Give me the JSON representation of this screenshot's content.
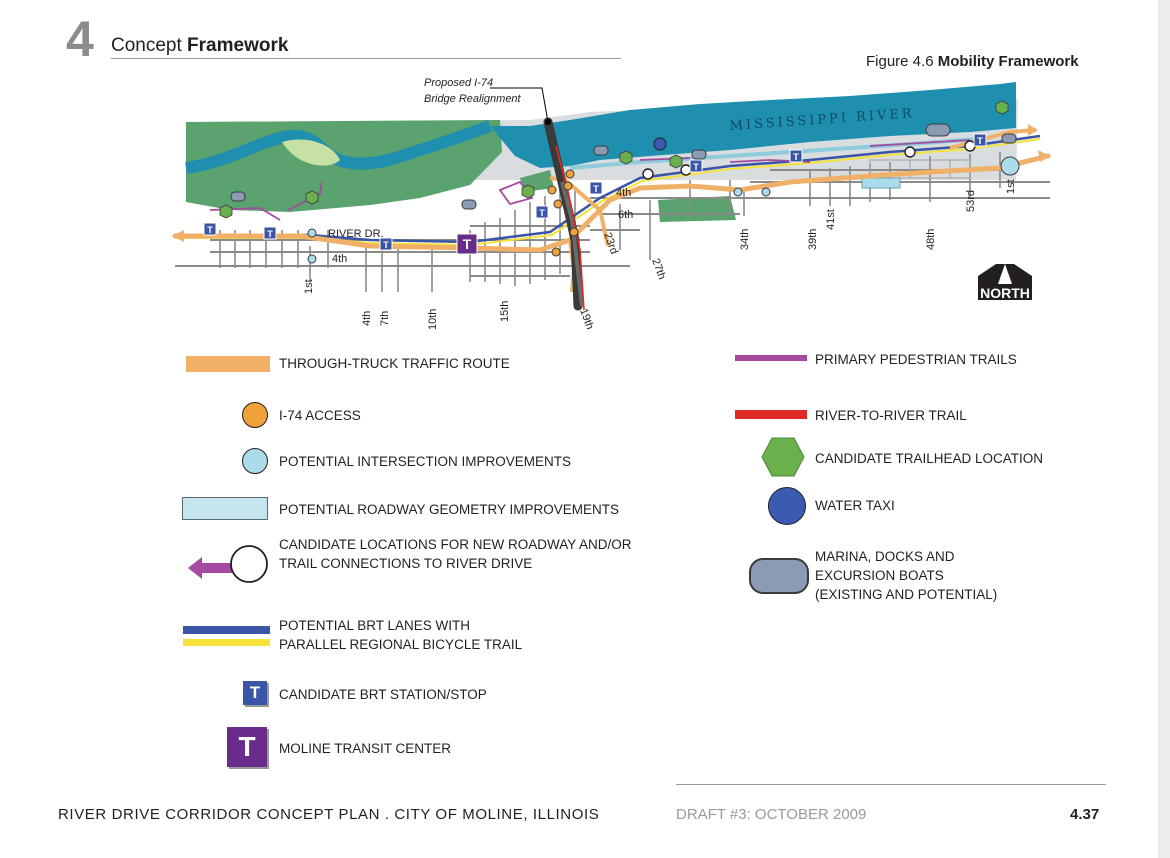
{
  "header": {
    "chapter_number": "4",
    "chapter_title_plain": "Concept ",
    "chapter_title_bold": "Framework",
    "figure_label": "Figure 4.6 ",
    "figure_title": "Mobility Framework"
  },
  "map": {
    "river_label": "MISSISSIPPI RIVER",
    "callout_line1": "Proposed I-74",
    "callout_line2": "Bridge Realignment",
    "north_label": "NORTH",
    "street_labels": {
      "river_dr": "RIVER DR.",
      "fourth_west": "4th",
      "fourth_east": "4th",
      "sixth": "6th",
      "s1st_west": "1st",
      "s4th": "4th",
      "s7th": "7th",
      "s10th": "10th",
      "s15th": "15th",
      "s19th": "19th",
      "s23rd": "23rd",
      "s27th": "27th",
      "s34th": "34th",
      "s39th": "39th",
      "s41st": "41st",
      "s48th": "48th",
      "s53rd": "53rd",
      "s1st_east": "1st"
    },
    "station_glyph": "T",
    "colors": {
      "river": "#1f8fb0",
      "land_green": "#5aa26e",
      "truck_route": "#f0b068",
      "pedestrian_trail": "#a54a9e",
      "river_trail": "#e02a25",
      "brt_blue": "#3a55a6",
      "bike_yellow": "#f4e23a",
      "intersection": "#a9dce8",
      "i74_access": "#f0a23a",
      "transit_center": "#6a2c8a",
      "water_taxi": "#3b5bb0",
      "marina": "#8b9bb4",
      "trailhead": "#6ab04c"
    }
  },
  "legend": {
    "left": [
      {
        "label": "THROUGH-TRUCK TRAFFIC ROUTE",
        "icon": "orange-bar"
      },
      {
        "label": "I-74 ACCESS",
        "icon": "orange-circle"
      },
      {
        "label": "POTENTIAL INTERSECTION IMPROVEMENTS",
        "icon": "lightblue-circle"
      },
      {
        "label": "POTENTIAL ROADWAY GEOMETRY IMPROVEMENTS",
        "icon": "lightblue-rectangle"
      },
      {
        "label_line1": "CANDIDATE LOCATIONS FOR NEW ROADWAY AND/OR",
        "label_line2": "TRAIL CONNECTIONS TO RIVER DRIVE",
        "icon": "arrow-circle"
      },
      {
        "label_line1": "POTENTIAL BRT LANES WITH",
        "label_line2": "PARALLEL REGIONAL BICYCLE TRAIL",
        "icon": "blue-yellow-bars"
      },
      {
        "label": "CANDIDATE BRT STATION/STOP",
        "icon": "brt-station",
        "glyph": "T"
      },
      {
        "label": "MOLINE TRANSIT CENTER",
        "icon": "transit-center",
        "glyph": "T"
      }
    ],
    "right": [
      {
        "label": "PRIMARY PEDESTRIAN TRAILS",
        "icon": "purple-bar"
      },
      {
        "label": "RIVER-TO-RIVER TRAIL",
        "icon": "red-bar"
      },
      {
        "label": "CANDIDATE TRAILHEAD LOCATION",
        "icon": "green-hexagon"
      },
      {
        "label": "WATER TAXI",
        "icon": "blue-circle"
      },
      {
        "label_line1": "MARINA, DOCKS AND",
        "label_line2": "EXCURSION BOATS",
        "label_line3": "(EXISTING AND POTENTIAL)",
        "icon": "marina-pill"
      }
    ]
  },
  "footer": {
    "left": "RIVER DRIVE CORRIDOR CONCEPT PLAN . CITY OF MOLINE, ILLINOIS",
    "middle": "DRAFT #3: OCTOBER 2009",
    "page": "4.37"
  }
}
